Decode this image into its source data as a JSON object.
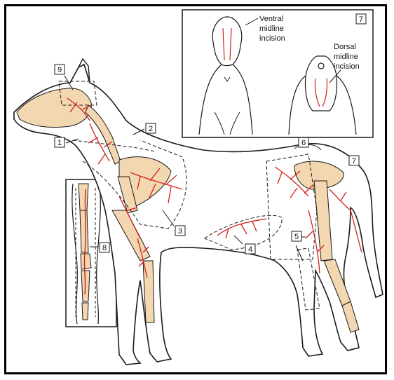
{
  "figure": {
    "labels": [
      "1",
      "2",
      "3",
      "4",
      "5",
      "6",
      "7",
      "8",
      "9"
    ],
    "inset": {
      "number": "7",
      "ventral_label": [
        "Ventral",
        "midline",
        "incision"
      ],
      "dorsal_label": [
        "Dorsal",
        "midline",
        "incision"
      ]
    },
    "colors": {
      "bone": "#f2d7b0",
      "vessel": "#d21f1f",
      "outline": "#1a1a1a",
      "frame": "#000000"
    }
  }
}
